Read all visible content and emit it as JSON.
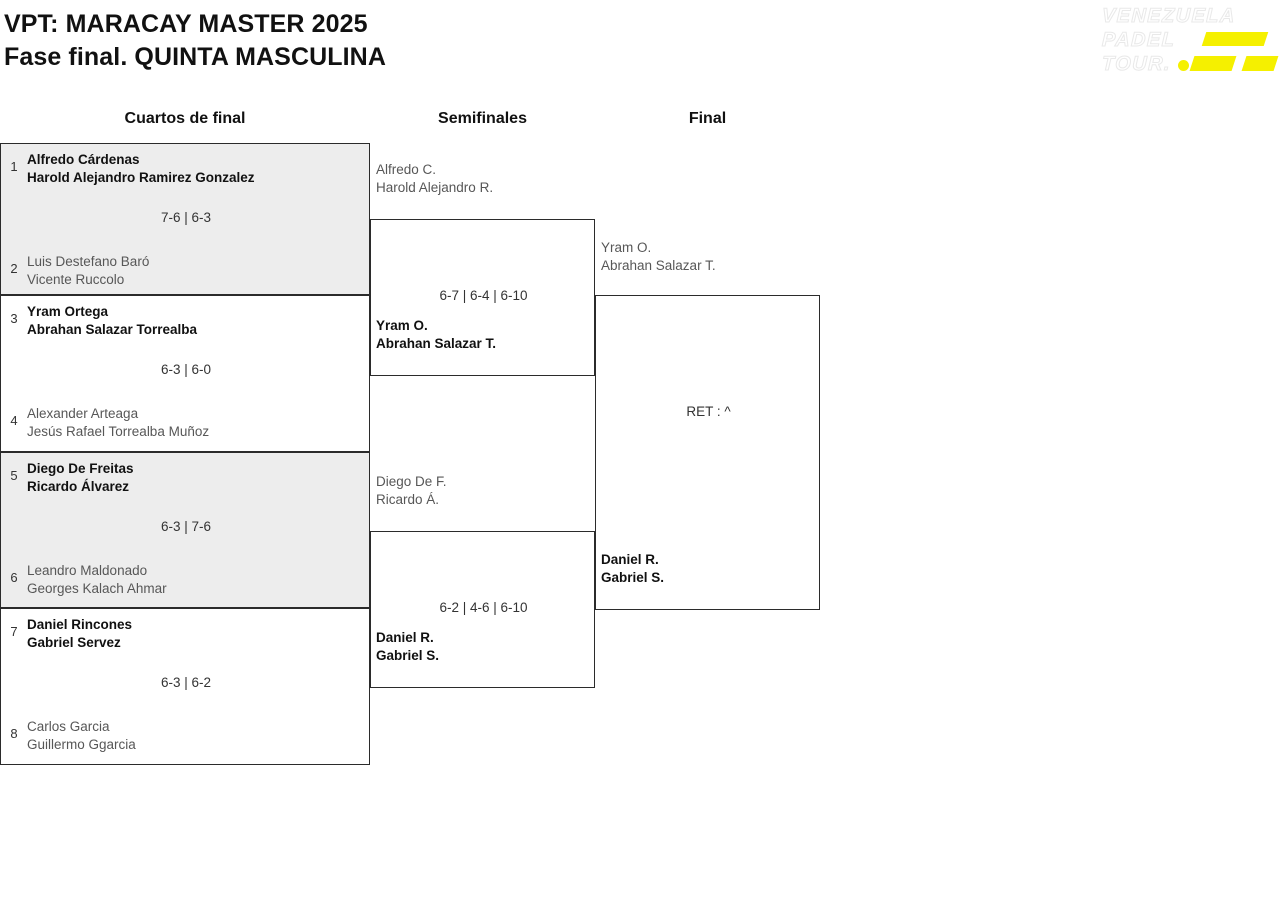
{
  "header": {
    "title_line_1": "VPT: MARACAY MASTER 2025",
    "title_line_2": "Fase final. QUINTA MASCULINA"
  },
  "logo": {
    "line_1": "VENEZUELA",
    "line_2": "PADEL",
    "line_3": "TOUR.",
    "accent_color": "#f5f000",
    "outline_color": "#e9e9e9"
  },
  "rounds": [
    {
      "label": "Cuartos de final"
    },
    {
      "label": "Semifinales"
    },
    {
      "label": "Final"
    }
  ],
  "quarterfinals": [
    {
      "shaded": true,
      "score": "7-6 | 6-3",
      "top": {
        "seed": "1",
        "player_1": "Alfredo Cárdenas",
        "player_2": "Harold Alejandro Ramirez Gonzalez",
        "result": "winner"
      },
      "bottom": {
        "seed": "2",
        "player_1": "Luis Destefano Baró",
        "player_2": "Vicente Ruccolo",
        "result": "loser"
      }
    },
    {
      "shaded": false,
      "score": "6-3 | 6-0",
      "top": {
        "seed": "3",
        "player_1": "Yram Ortega",
        "player_2": "Abrahan Salazar Torrealba",
        "result": "winner"
      },
      "bottom": {
        "seed": "4",
        "player_1": "Alexander Arteaga",
        "player_2": "Jesús Rafael Torrealba Muñoz",
        "result": "loser"
      }
    },
    {
      "shaded": true,
      "score": "6-3 | 7-6",
      "top": {
        "seed": "5",
        "player_1": "Diego De Freitas",
        "player_2": "Ricardo Álvarez",
        "result": "winner"
      },
      "bottom": {
        "seed": "6",
        "player_1": "Leandro Maldonado",
        "player_2": "Georges Kalach Ahmar",
        "result": "loser"
      }
    },
    {
      "shaded": false,
      "score": "6-3 | 6-2",
      "top": {
        "seed": "7",
        "player_1": "Daniel Rincones",
        "player_2": "Gabriel Servez",
        "result": "winner"
      },
      "bottom": {
        "seed": "8",
        "player_1": "Carlos Garcia",
        "player_2": "Guillermo Ggarcia",
        "result": "loser"
      }
    }
  ],
  "semifinals": [
    {
      "score": "6-7 | 6-4 | 6-10",
      "top": {
        "player_1": "Alfredo C.",
        "player_2": "Harold Alejandro R.",
        "result": "loser"
      },
      "bottom": {
        "player_1": "Yram O.",
        "player_2": "Abrahan Salazar T.",
        "result": "winner"
      }
    },
    {
      "score": "6-2 | 4-6 | 6-10",
      "top": {
        "player_1": "Diego De F.",
        "player_2": "Ricardo Á.",
        "result": "loser"
      },
      "bottom": {
        "player_1": "Daniel R.",
        "player_2": "Gabriel S.",
        "result": "winner"
      }
    }
  ],
  "final": {
    "score": "RET : ^",
    "top": {
      "player_1": "Yram O.",
      "player_2": "Abrahan Salazar T.",
      "result": "loser"
    },
    "bottom": {
      "player_1": "Daniel R.",
      "player_2": "Gabriel S.",
      "result": "winner"
    }
  }
}
